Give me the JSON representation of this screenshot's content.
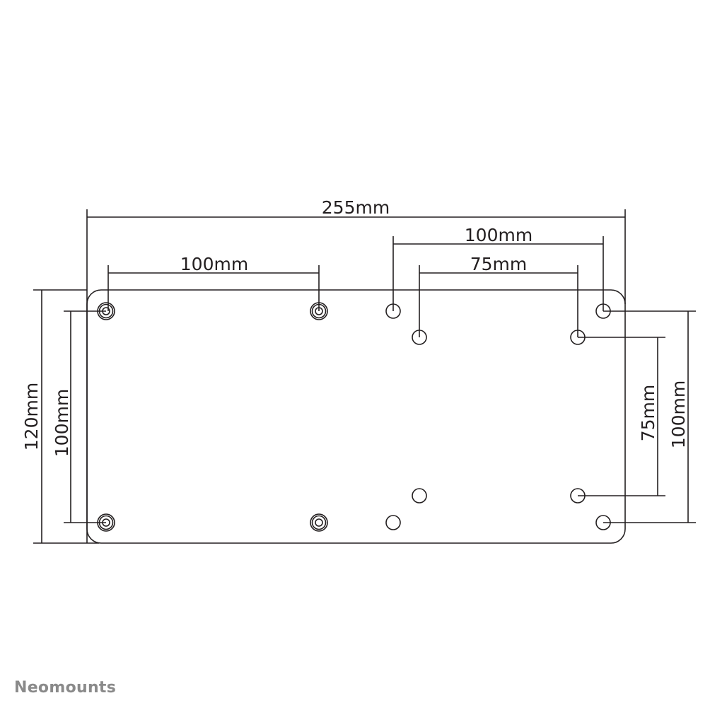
{
  "dimensions": {
    "overall_width": "255mm",
    "left_hole_spacing_h": "100mm",
    "right_outer_spacing_h": "100mm",
    "right_inner_spacing_h": "75mm",
    "overall_height": "120mm",
    "left_hole_spacing_v": "100mm",
    "right_inner_spacing_v": "75mm",
    "right_outer_spacing_v": "100mm"
  },
  "brand": "Neomounts",
  "colors": {
    "line": "#231f20",
    "brand": "#8a8a8a"
  }
}
